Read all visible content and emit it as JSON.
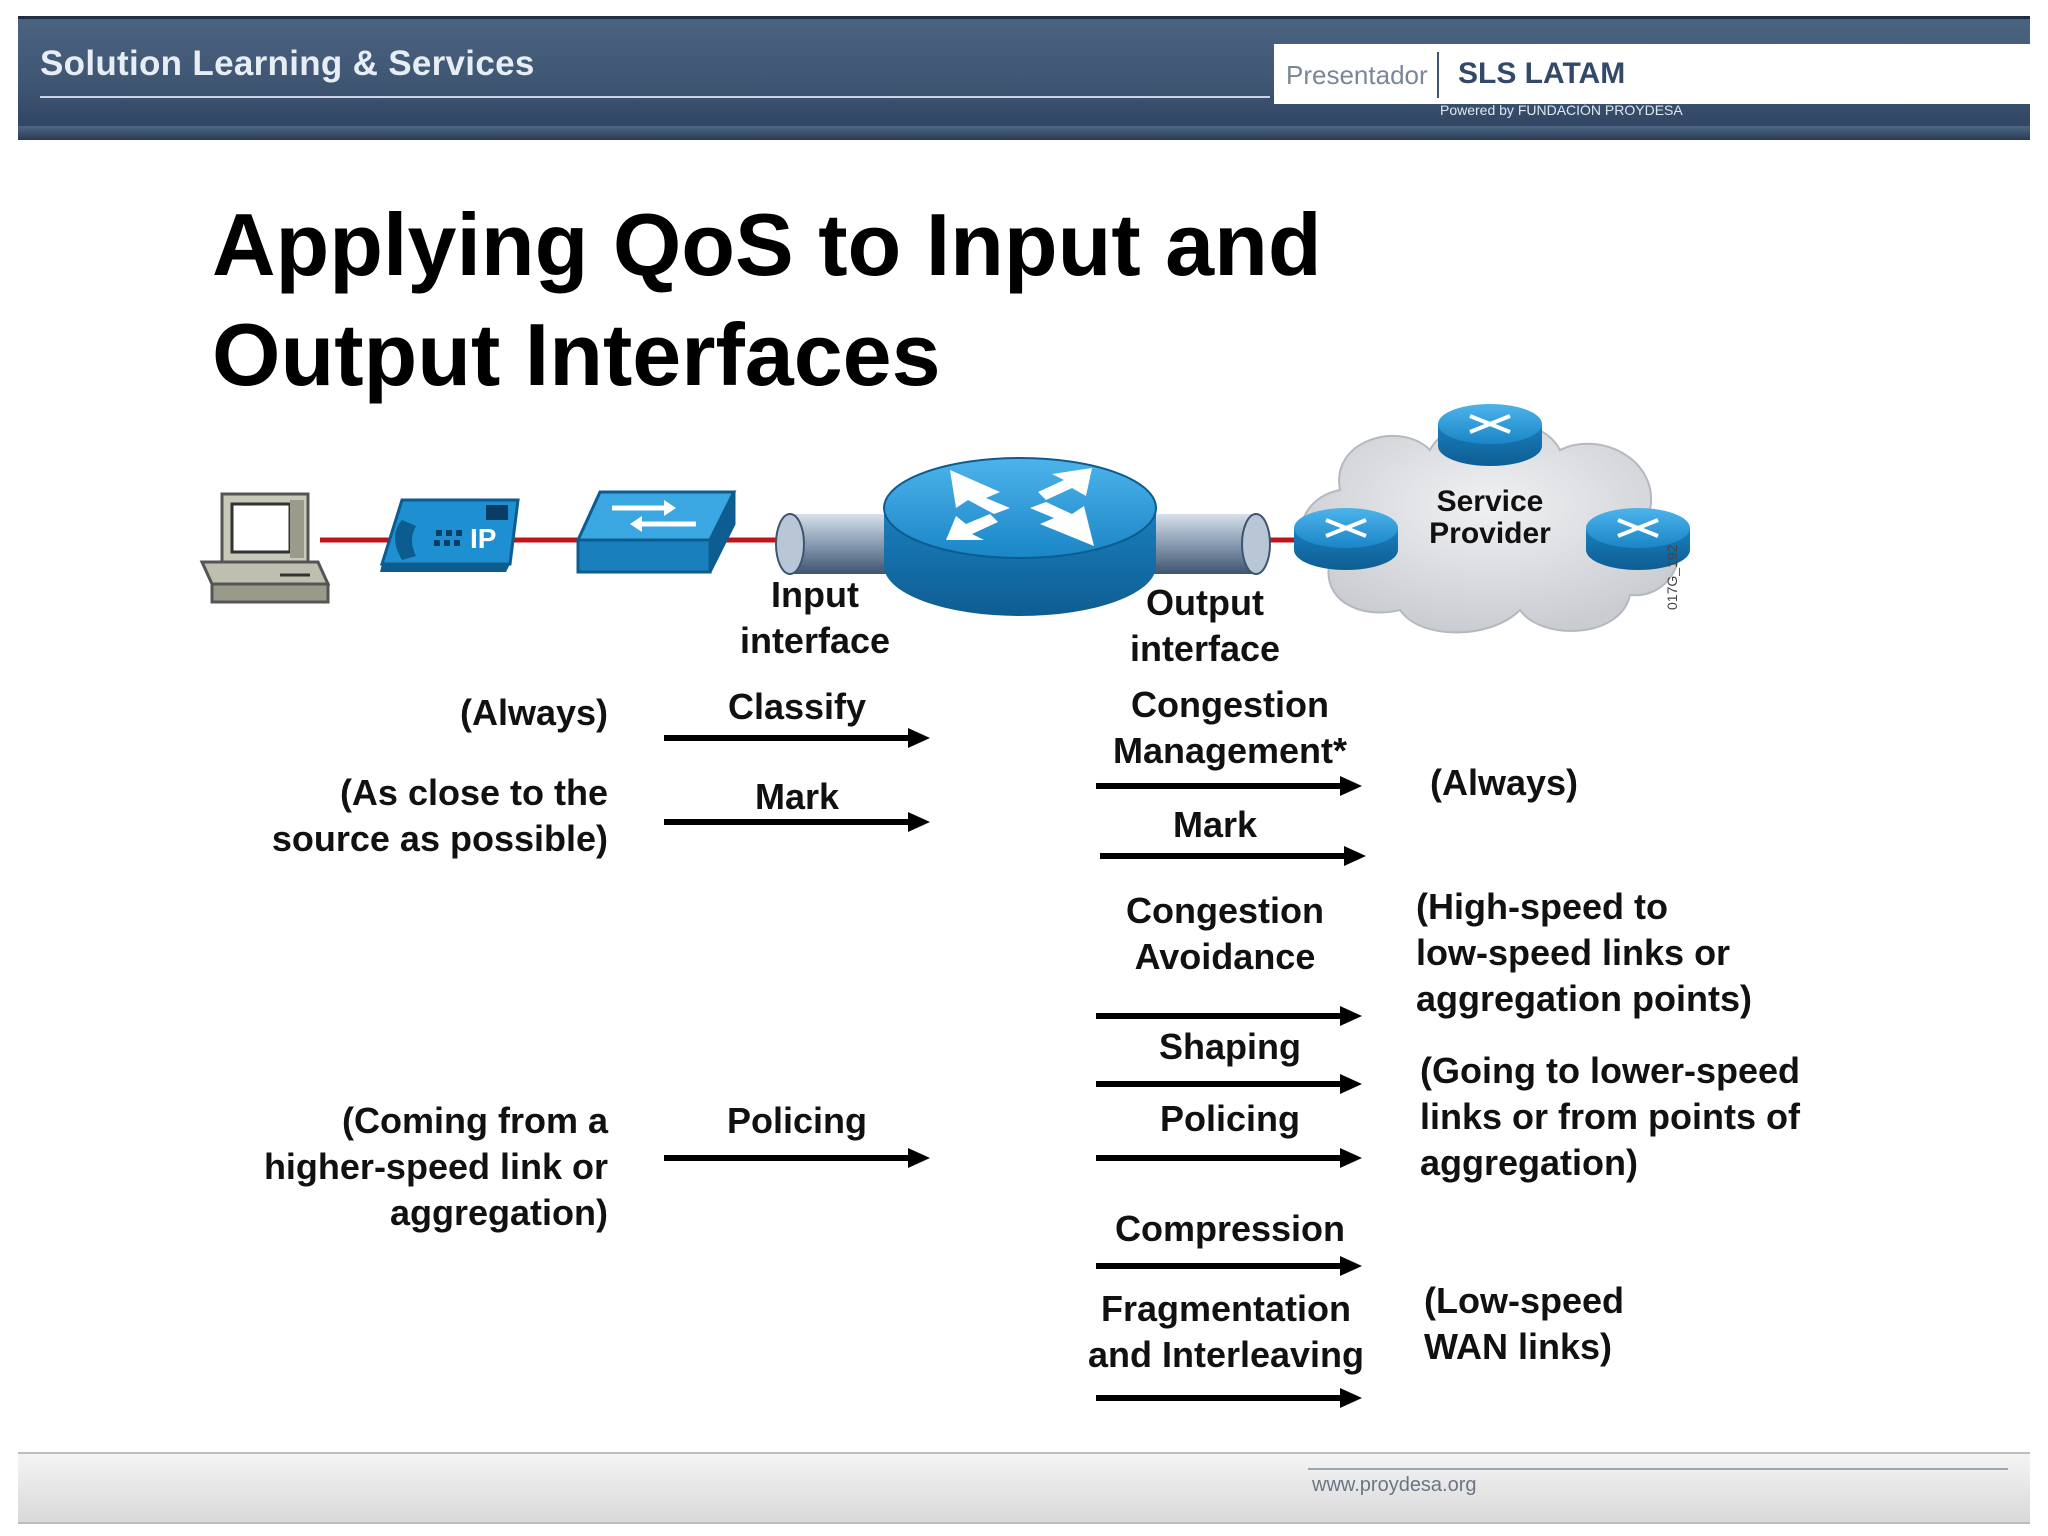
{
  "header": {
    "brand_title": "Solution Learning & Services",
    "presenter_label": "Presentador",
    "org_name": "SLS LATAM",
    "powered_by": "Powered by FUNDACIÓN PROYDESA"
  },
  "slide": {
    "title_line1": "Applying QoS to Input and",
    "title_line2": "Output Interfaces"
  },
  "network": {
    "input_interface_line1": "Input",
    "input_interface_line2": "interface",
    "output_interface_line1": "Output",
    "output_interface_line2": "interface",
    "service_provider_line1": "Service",
    "service_provider_line2": "Provider",
    "figure_code": "017G_192",
    "ip_phone_label": "IP"
  },
  "input_side": {
    "conditions": {
      "always": "(Always)",
      "close_line1": "(As close to the",
      "close_line2": "source as possible)",
      "coming_line1": "(Coming from a",
      "coming_line2": "higher-speed link or",
      "coming_line3": "aggregation)"
    },
    "actions": {
      "classify": "Classify",
      "mark": "Mark",
      "policing": "Policing"
    }
  },
  "output_side": {
    "actions": {
      "congestion_mgmt_line1": "Congestion",
      "congestion_mgmt_line2": "Management*",
      "mark": "Mark",
      "congestion_avoid_line1": "Congestion",
      "congestion_avoid_line2": "Avoidance",
      "shaping": "Shaping",
      "policing": "Policing",
      "compression": "Compression",
      "frag_line1": "Fragmentation",
      "frag_line2": "and Interleaving"
    },
    "conditions": {
      "always": "(Always)",
      "high_line1": "(High-speed to",
      "high_line2": "low-speed links or",
      "high_line3": "aggregation points)",
      "going_line1": "(Going to lower-speed",
      "going_line2": "links or from points of",
      "going_line3": "aggregation)",
      "low_line1": "(Low-speed",
      "low_line2": "WAN links)"
    }
  },
  "footer": {
    "url": "www.proydesa.org"
  },
  "colors": {
    "header_blue": "#3f5673",
    "device_blue": "#1e8fd0",
    "link_red": "#c0141c",
    "cloud_gray": "#d6d8dc"
  }
}
